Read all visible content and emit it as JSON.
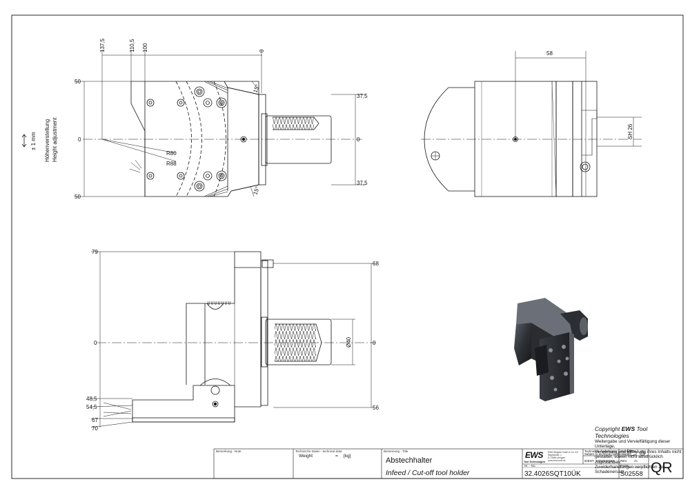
{
  "drawing": {
    "top_view": {
      "dims_top": [
        "137,5",
        "110,5",
        "100",
        "0"
      ],
      "dims_left": [
        "50",
        "0",
        "50"
      ],
      "dims_right": [
        "37,5",
        "0",
        "37,5"
      ],
      "angles": [
        "15°",
        "15°"
      ],
      "radii": [
        "R80",
        "R88"
      ],
      "adjust_label": [
        "± 1 mm",
        "Höhenverstellung",
        "Height adjustment"
      ]
    },
    "side_view": {
      "dim_top": "58",
      "shank_height": "SH 26"
    },
    "front_view": {
      "dims_left": [
        "79",
        "0",
        "48,5",
        "54,5",
        "67",
        "70"
      ],
      "dims_right": [
        "68",
        "0",
        "56"
      ],
      "diameter": "Ø40"
    }
  },
  "copyright": {
    "title_prefix": "Copyright ",
    "brand": "EWS",
    "title_suffix": " Tool Technologies",
    "lines": [
      "Weitergabe und Vervielfältigung dieser Unterlage,",
      "Verwertung und Mitteilung ihres Inhalts nicht",
      "gestattet, soweit nicht ausdrücklich zugestanden.",
      "Zuwiderhandlungen verpflichten zu Schadenersatz."
    ]
  },
  "title_block": {
    "remark_label": "Bemerkung - Note",
    "tech_label": "Technische Daten - technical data",
    "weight_label": "Weight",
    "weight_eq": "=",
    "weight_unit": "[kg]",
    "designation_label": "Benennung - Title",
    "title_de": "Abstechhalter",
    "title_en": "Infeed / Cut-off tool holder",
    "logo": "EWS",
    "logo_sub": "Tool Technologies",
    "company_lines": [
      "EWS Weigele GmbH & Co. KG",
      "Maybachstr. 1",
      "D-73066 Uhingen",
      "www.ews-tools.de"
    ],
    "note_de": "Technische Änderungen vorbehalten!",
    "note_en": "Subject to technical modifications!",
    "ident_label": "IDENT",
    "ident_value": "DEW510336",
    "rev_label": "REV.",
    "rev_value": "-/A",
    "part_label": "Nr. - No.",
    "part_number": "32.4026SQT10ÜK",
    "page_label": "PAGE",
    "page_number": "S02558",
    "qr": "QR"
  }
}
